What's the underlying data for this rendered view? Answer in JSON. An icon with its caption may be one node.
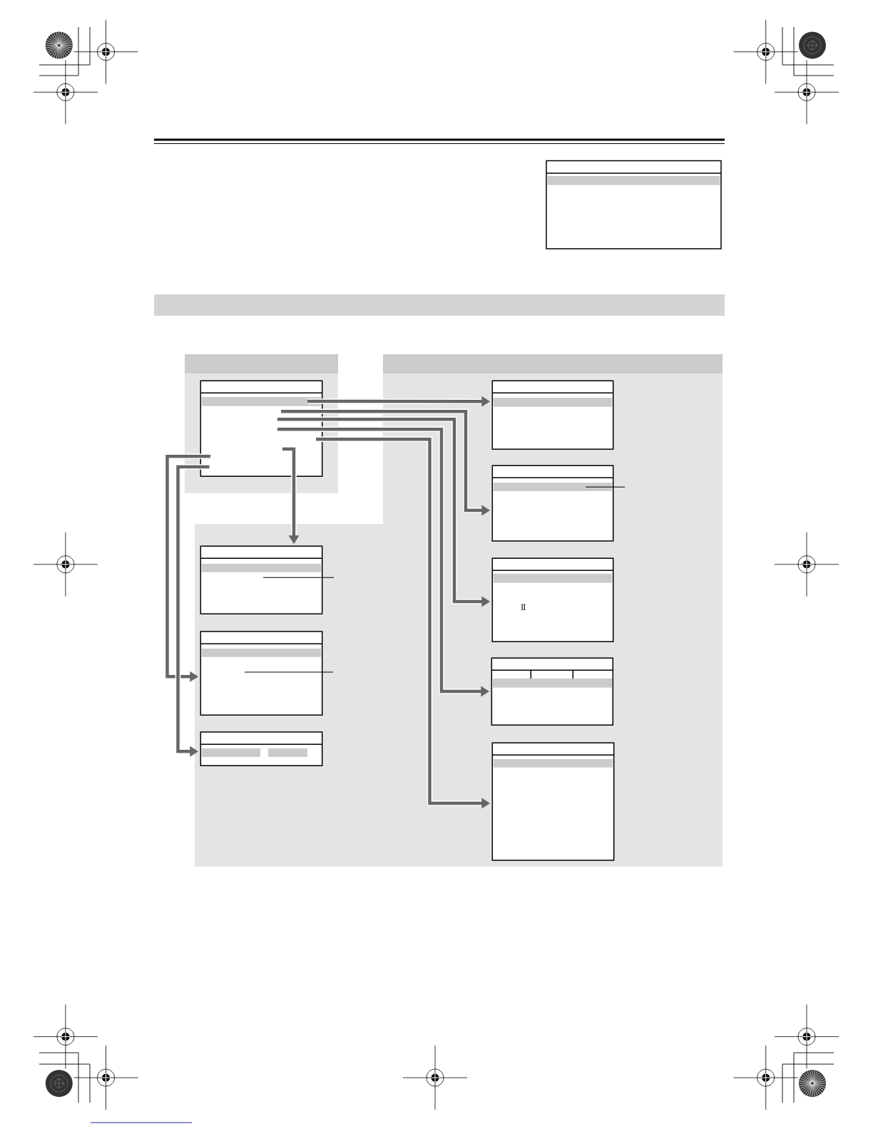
{
  "diagram": {
    "nodes": [
      {
        "text": [],
        "shape": "box"
      },
      {
        "text": [],
        "shape": "bar"
      },
      {
        "text": [],
        "shape": "box"
      },
      {
        "text": [],
        "shape": "box"
      },
      {
        "text": [],
        "shape": "box"
      },
      {
        "text": [],
        "shape": "box"
      },
      {
        "text": [],
        "shape": "box"
      },
      {
        "text": [],
        "shape": "box"
      },
      {
        "text": [],
        "shape": "box"
      },
      {
        "text": [],
        "shape": "box"
      },
      {
        "text": [],
        "shape": "box"
      }
    ],
    "edges": [
      {
        "from": 2,
        "to": 3,
        "arrow": "to"
      },
      {
        "from": 2,
        "to": 4,
        "arrow": "to"
      },
      {
        "from": 2,
        "to": 5,
        "arrow": "to"
      },
      {
        "from": 2,
        "to": 6,
        "arrow": "to"
      },
      {
        "from": 2,
        "to": 7,
        "arrow": "to"
      },
      {
        "from": 2,
        "to": 8,
        "arrow": "to"
      },
      {
        "from": 2,
        "to": 9,
        "arrow": "to"
      },
      {
        "from": 2,
        "to": 10,
        "arrow": "to"
      },
      {
        "from": 4,
        "to": null,
        "arrow": "none",
        "color": "#000000"
      },
      {
        "from": 8,
        "to": null,
        "arrow": "none",
        "color": "#000000"
      },
      {
        "from": 9,
        "to": null,
        "arrow": "none",
        "color": "#000000"
      }
    ],
    "labels": [
      "Ⅱ"
    ]
  }
}
